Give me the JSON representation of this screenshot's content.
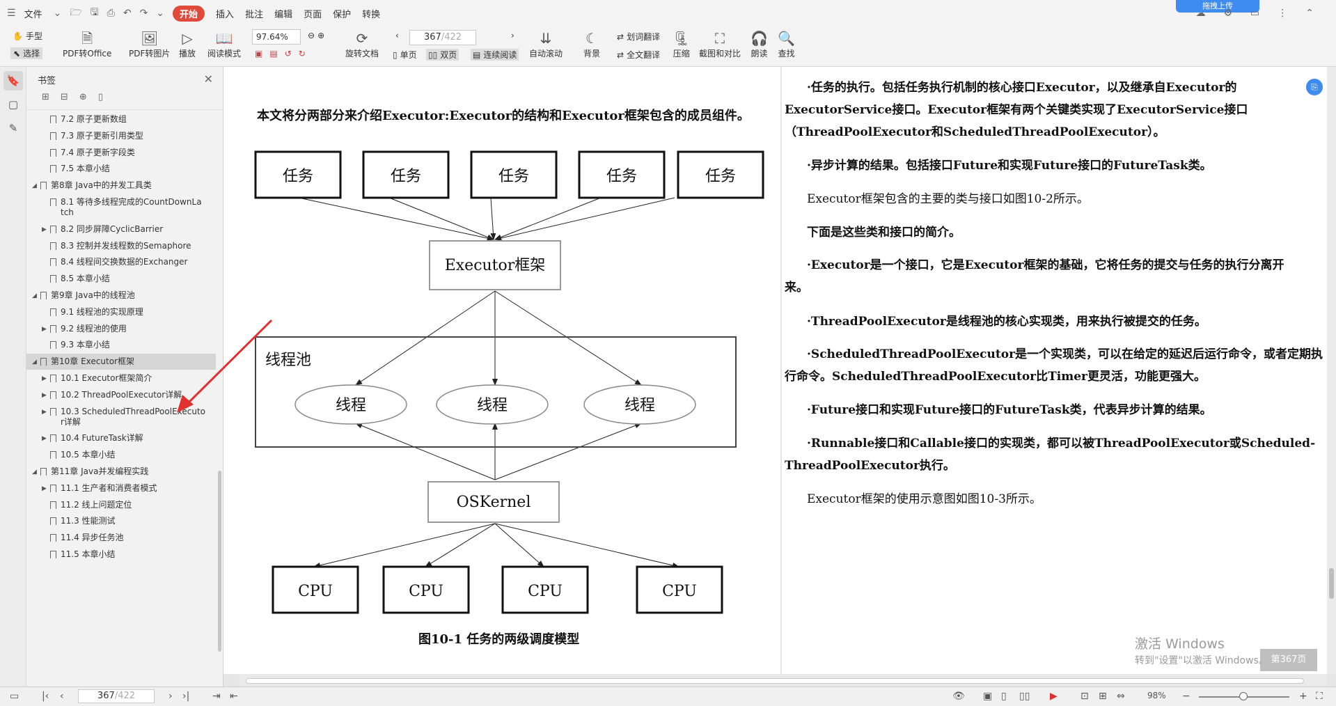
{
  "menubar": {
    "file": "文件",
    "items": [
      "插入",
      "批注",
      "编辑",
      "页面",
      "保护",
      "转换"
    ],
    "start": "开始",
    "upload": "拖拽上传"
  },
  "toolbar": {
    "hand": "手型",
    "select": "选择",
    "pdf_office": "PDF转Office",
    "pdf_image": "PDF转图片",
    "play": "播放",
    "read_mode": "阅读模式",
    "zoom_value": "97.64%",
    "rotate": "旋转文档",
    "page_current": "367",
    "page_total": "/422",
    "single": "单页",
    "double": "双页",
    "continuous": "连续阅读",
    "auto_scroll": "自动滚动",
    "background": "背景",
    "word_translate": "划词翻译",
    "full_translate": "全文翻译",
    "compress": "压缩",
    "screenshot": "截图和对比",
    "read_aloud": "朗读",
    "find": "查找"
  },
  "sidebar": {
    "title": "书签",
    "items": [
      {
        "label": "7.2 原子更新数组",
        "level": 2,
        "expand": false
      },
      {
        "label": "7.3 原子更新引用类型",
        "level": 2,
        "expand": false
      },
      {
        "label": "7.4 原子更新字段类",
        "level": 2,
        "expand": false
      },
      {
        "label": "7.5 本章小结",
        "level": 2,
        "expand": false
      },
      {
        "label": "第8章 Java中的并发工具类",
        "level": 1,
        "expand": true
      },
      {
        "label": "8.1 等待多线程完成的CountDownLa",
        "label2": "tch",
        "level": 2,
        "expand": false
      },
      {
        "label": "8.2 同步屏障CyclicBarrier",
        "level": 2,
        "expand": "collapsed"
      },
      {
        "label": "8.3 控制并发线程数的Semaphore",
        "level": 2,
        "expand": false
      },
      {
        "label": "8.4 线程间交换数据的Exchanger",
        "level": 2,
        "expand": false
      },
      {
        "label": "8.5 本章小结",
        "level": 2,
        "expand": false
      },
      {
        "label": "第9章 Java中的线程池",
        "level": 1,
        "expand": true
      },
      {
        "label": "9.1 线程池的实现原理",
        "level": 2,
        "expand": false
      },
      {
        "label": "9.2 线程池的使用",
        "level": 2,
        "expand": "collapsed"
      },
      {
        "label": "9.3 本章小结",
        "level": 2,
        "expand": false
      },
      {
        "label": "第10章 Executor框架",
        "level": 1,
        "expand": true,
        "selected": true
      },
      {
        "label": "10.1 Executor框架简介",
        "level": 2,
        "expand": "collapsed"
      },
      {
        "label": "10.2 ThreadPoolExecutor详解",
        "level": 2,
        "expand": "collapsed"
      },
      {
        "label": "10.3 ScheduledThreadPoolExecuto",
        "label2": "r详解",
        "level": 2,
        "expand": "collapsed"
      },
      {
        "label": "10.4 FutureTask详解",
        "level": 2,
        "expand": "collapsed"
      },
      {
        "label": "10.5 本章小结",
        "level": 2,
        "expand": false
      },
      {
        "label": "第11章 Java并发编程实践",
        "level": 1,
        "expand": true
      },
      {
        "label": "11.1 生产者和消费者模式",
        "level": 2,
        "expand": "collapsed"
      },
      {
        "label": "11.2 线上问题定位",
        "level": 2,
        "expand": false
      },
      {
        "label": "11.3 性能测试",
        "level": 2,
        "expand": false
      },
      {
        "label": "11.4 异步任务池",
        "level": 2,
        "expand": false
      },
      {
        "label": "11.5 本章小结",
        "level": 2,
        "expand": false
      }
    ]
  },
  "left_page": {
    "intro": "本文将分两部分来介绍Executor:Executor的结构和Executor框架包含的成员组件。",
    "diagram": {
      "task": "任务",
      "framework": "Executor框架",
      "pool": "线程池",
      "thread": "线程",
      "kernel": "OSKernel",
      "cpu": "CPU"
    },
    "caption": "图10-1  任务的两级调度模型"
  },
  "right_page": {
    "paragraphs": [
      {
        "lines": [
          "·任务的执行。包括任务执行机制的核心接口Executor，以及继承自Executor的",
          "ExecutorService接口。Executor框架有两个关键类实现了ExecutorService接口",
          "（ThreadPoolExecutor和ScheduledThreadPoolExecutor）。"
        ]
      },
      {
        "lines": [
          "·异步计算的结果。包括接口Future和实现Future接口的FutureTask类。"
        ]
      },
      {
        "lines": [
          "Executor框架包含的主要的类与接口如图10-2所示。"
        ]
      },
      {
        "lines": [
          "下面是这些类和接口的简介。"
        ]
      },
      {
        "lines": [
          "·Executor是一个接口，它是Executor框架的基础，它将任务的提交与任务的执行分离开",
          "来。"
        ]
      },
      {
        "lines": [
          "·ThreadPoolExecutor是线程池的核心实现类，用来执行被提交的任务。"
        ]
      },
      {
        "lines": [
          "·ScheduledThreadPoolExecutor是一个实现类，可以在给定的延迟后运行命令，或者定期执",
          "行命令。ScheduledThreadPoolExecutor比Timer更灵活，功能更强大。"
        ]
      },
      {
        "lines": [
          "·Future接口和实现Future接口的FutureTask类，代表异步计算的结果。"
        ]
      },
      {
        "lines": [
          "·Runnable接口和Callable接口的实现类，都可以被ThreadPoolExecutor或Scheduled-",
          "ThreadPoolExecutor执行。"
        ]
      },
      {
        "lines": [
          "Executor框架的使用示意图如图10-3所示。"
        ]
      }
    ]
  },
  "watermark": {
    "line1": "激活 Windows",
    "line2": "转到\"设置\"以激活 Windows。"
  },
  "page_badge": "第367页",
  "status": {
    "page_current": "367",
    "page_total": "/422",
    "zoom": "98%"
  }
}
